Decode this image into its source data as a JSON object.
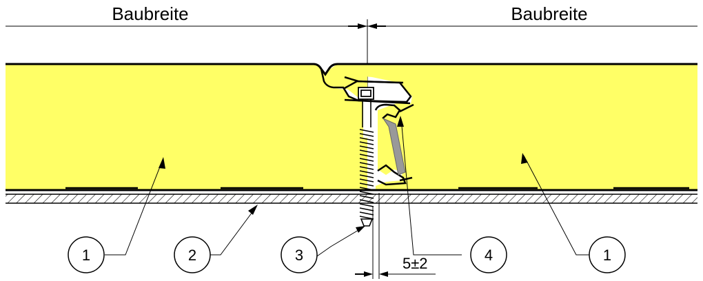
{
  "labels": {
    "left_width": "Baubreite",
    "right_width": "Baubreite",
    "joint_gap": "5±2"
  },
  "callouts": [
    "1",
    "2",
    "3",
    "4",
    "1"
  ],
  "colors": {
    "panel_core": "#FFFF66",
    "line": "#000000",
    "bracket": "#999999",
    "background": "#FFFFFF"
  }
}
